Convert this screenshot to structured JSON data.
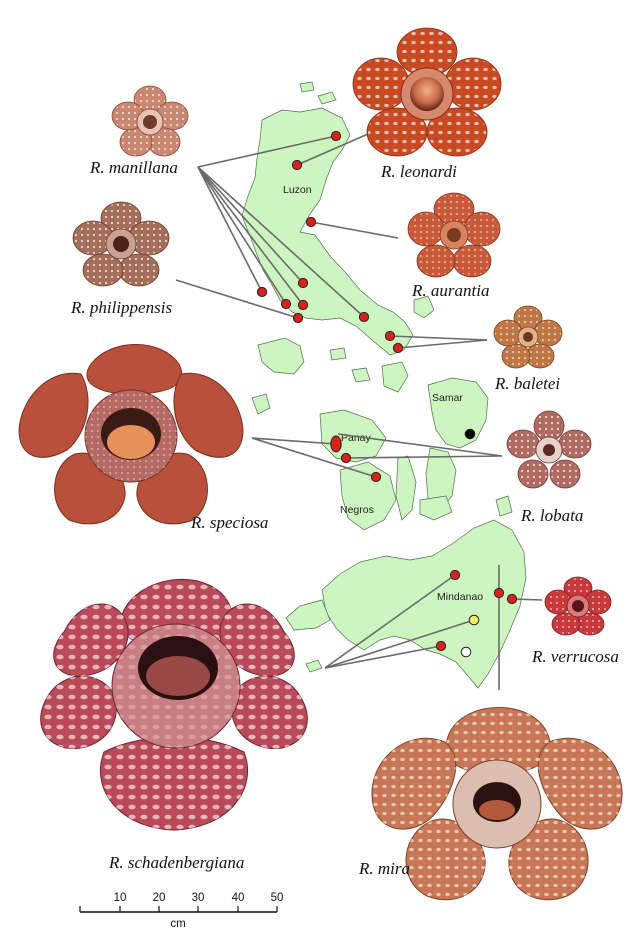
{
  "map": {
    "islands": [
      {
        "key": "luzon",
        "label": "Luzon"
      },
      {
        "key": "samar",
        "label": "Samar"
      },
      {
        "key": "panay",
        "label": "Panay"
      },
      {
        "key": "negros",
        "label": "Negros"
      },
      {
        "key": "mindanao",
        "label": "Mindanao"
      }
    ],
    "marker_colors": {
      "red": "#d9221a",
      "black": "#000000",
      "yellow": "#f2ee6a",
      "white": "#ffffff"
    },
    "land_color": "#cdf5c0"
  },
  "species": [
    {
      "key": "manillana",
      "genus": "R.",
      "epithet": "manillana",
      "color": "#c98670"
    },
    {
      "key": "leonardi",
      "genus": "R.",
      "epithet": "leonardi",
      "color": "#c94a22"
    },
    {
      "key": "philippensis",
      "genus": "R.",
      "epithet": "philippensis",
      "color": "#a46e5c"
    },
    {
      "key": "aurantia",
      "genus": "R.",
      "epithet": "aurantia",
      "color": "#c85a3a"
    },
    {
      "key": "baletei",
      "genus": "R.",
      "epithet": "baletei",
      "color": "#c07746"
    },
    {
      "key": "speciosa",
      "genus": "R.",
      "epithet": "speciosa",
      "color": "#b9503b"
    },
    {
      "key": "lobata",
      "genus": "R.",
      "epithet": "lobata",
      "color": "#b06a64"
    },
    {
      "key": "verrucosa",
      "genus": "R.",
      "epithet": "verrucosa",
      "color": "#c8383c"
    },
    {
      "key": "schadenbergiana",
      "genus": "R.",
      "epithet": "schadenbergiana",
      "color": "#b84a5a"
    },
    {
      "key": "mira",
      "genus": "R.",
      "epithet": "mira",
      "color": "#c77755"
    }
  ],
  "scale_bar": {
    "ticks": [
      "10",
      "20",
      "30",
      "40",
      "50"
    ],
    "unit": "cm"
  }
}
